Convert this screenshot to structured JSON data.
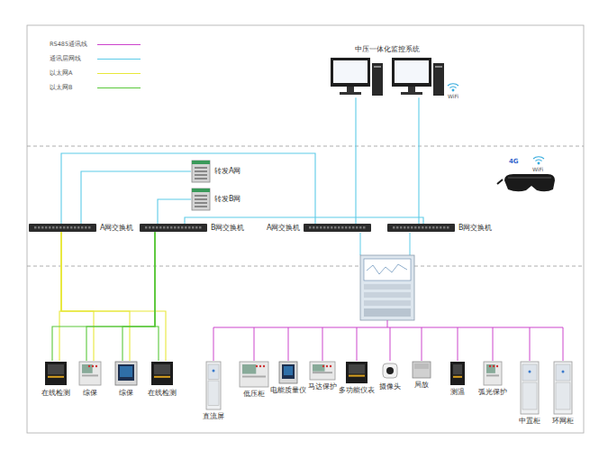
{
  "diagram": {
    "nodes": [
      {
        "text": [
          "中压一体化监控系统"
        ]
      },
      {
        "text": [
          "转发A网"
        ]
      },
      {
        "text": [
          "转发B网"
        ]
      },
      {
        "text": [
          "A网交换机"
        ]
      },
      {
        "text": [
          "B网交换机"
        ]
      },
      {
        "text": [
          "A网交换机"
        ]
      },
      {
        "text": [
          "B网交换机"
        ]
      },
      {
        "text": [
          "在线检测"
        ]
      },
      {
        "text": [
          "综保"
        ]
      },
      {
        "text": [
          "综保"
        ]
      },
      {
        "text": [
          "在线检测"
        ]
      },
      {
        "text": [
          "直流屏"
        ]
      },
      {
        "text": [
          "低压柜"
        ]
      },
      {
        "text": [
          "电能质量仪"
        ]
      },
      {
        "text": [
          "马达保护"
        ]
      },
      {
        "text": [
          "多功能仪表"
        ]
      },
      {
        "text": [
          "摄像头"
        ]
      },
      {
        "text": [
          "局放"
        ]
      },
      {
        "text": [
          "测温"
        ]
      },
      {
        "text": [
          "弧光保护"
        ]
      },
      {
        "text": [
          "中置柜"
        ]
      },
      {
        "text": [
          "环网柜"
        ]
      }
    ],
    "edges": [
      {
        "from": 3,
        "to": 5,
        "arrow": "none"
      },
      {
        "from": 4,
        "to": 6,
        "arrow": "none"
      },
      {
        "from": 1,
        "to": 3,
        "arrow": "none"
      },
      {
        "from": 2,
        "to": 4,
        "arrow": "none"
      },
      {
        "from": 5,
        "to": 0,
        "arrow": "none"
      },
      {
        "from": 6,
        "to": 0,
        "arrow": "none"
      },
      {
        "from": 3,
        "to": 7,
        "arrow": "none"
      },
      {
        "from": 3,
        "to": 8,
        "arrow": "none"
      },
      {
        "from": 3,
        "to": 9,
        "arrow": "none"
      },
      {
        "from": 3,
        "to": 10,
        "arrow": "none"
      },
      {
        "from": 4,
        "to": 7,
        "arrow": "none"
      },
      {
        "from": 4,
        "to": 8,
        "arrow": "none"
      },
      {
        "from": 4,
        "to": 9,
        "arrow": "none"
      },
      {
        "from": 4,
        "to": 10,
        "arrow": "none"
      }
    ],
    "labels": [
      "WiFi",
      "4G",
      "WiFi"
    ],
    "legend": [
      {
        "text": "RS485通讯线",
        "color": "#cc44cc"
      },
      {
        "text": "通讯层网线",
        "color": "#5ccbe8"
      },
      {
        "text": "以太网A",
        "color": "#e8e83a"
      },
      {
        "text": "以太网B",
        "color": "#5ac83a"
      }
    ]
  }
}
